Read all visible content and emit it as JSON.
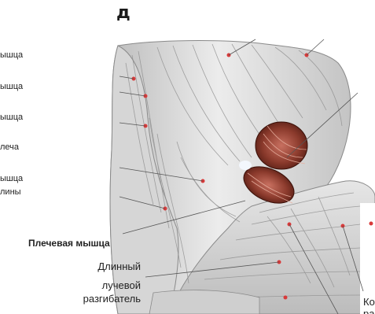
{
  "figure_letter": "д",
  "labels": {
    "l1": "ышца",
    "l2": "ышца",
    "l3": "ышца",
    "l4": "леча",
    "l5a": "ышца",
    "l5b": "лины",
    "brachialis": "Плечевая  мышца",
    "ext_line1": "Длинный",
    "ext_line2": "лучевой",
    "ext_line3": "разгибатель",
    "right_a": "Ко",
    "right_b": "ра"
  },
  "colors": {
    "muscle_light": "#e4e4e4",
    "muscle_shadow": "#9a9a9a",
    "highlight": "#8b3a2c",
    "pin": "#d83a3a",
    "leader": "#555555"
  }
}
